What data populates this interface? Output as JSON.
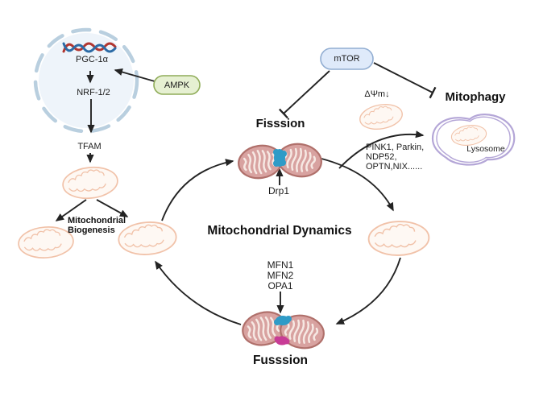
{
  "diagram": {
    "nucleus": {
      "gene": "PGC-1α",
      "factor": "NRF-1/2"
    },
    "labels": {
      "tfam": "TFAM",
      "ampk": "AMPK",
      "mtor": "mTOR",
      "fission_title": "Fisssion",
      "drp1": "Drp1",
      "membrane_potential": "ΔΨm↓",
      "mitophagy_title": "Mitophagy",
      "lysosome": "Lysosome",
      "receptors_line1": "PINK1, Parkin,",
      "receptors_line2": "NDP52,",
      "receptors_line3": "OPTN,NIX......",
      "biogenesis_line1": "Mitochondrial",
      "biogenesis_line2": "Biogenesis",
      "dynamics_title": "Mitochondrial Dynamics",
      "fusion_protein1": "MFN1",
      "fusion_protein2": "MFN2",
      "fusion_protein3": "OPA1",
      "fusion_title": "Fusssion"
    }
  },
  "colors": {
    "arrow": "#232323",
    "nucleus_fill": "#eef4fa",
    "nucleus_border": "#b9cfdf",
    "dna_red": "#b23630",
    "dna_blue": "#2c6ba6",
    "ampk_fill": "#e6f0d2",
    "ampk_border": "#8fac58",
    "mtor_fill": "#dfeafa",
    "mtor_border": "#92aed2",
    "pale_mito_line": "#f1c2a9",
    "pale_mito_fill": "#fef8f3",
    "dark_mito_fill": "#d8a2a0",
    "dark_mito_border": "#b0706b",
    "cristae": "#f6e8e3",
    "drp1_ring": "#2f9bc7",
    "fusion_spot": "#c83c96",
    "lysosome_border": "#b4a6d7"
  }
}
